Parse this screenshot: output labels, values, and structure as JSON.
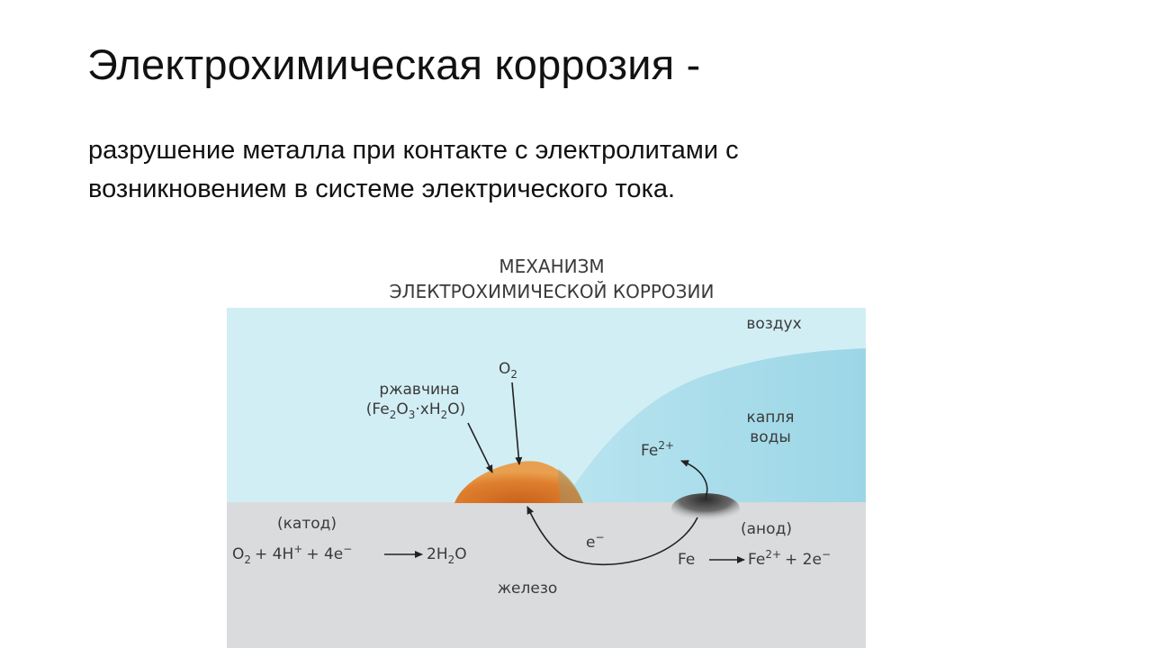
{
  "slide": {
    "title": "Электрохимическая коррозия -",
    "body_lines": [
      "разрушение металла при контакте с электролитами с",
      "возникновением в системе электрического тока."
    ]
  },
  "diagram": {
    "heading_line1": "МЕХАНИЗМ",
    "heading_line2": "ЭЛЕКТРОХИМИЧЕСКОЙ КОРРОЗИИ",
    "air_label": "воздух",
    "drop_label_line1": "капля",
    "drop_label_line2": "воды",
    "rust_label": "ржавчина",
    "rust_formula": {
      "parts": [
        "(Fe",
        "2",
        "O",
        "3",
        "·xH",
        "2",
        "O)"
      ]
    },
    "oxygen": {
      "base": "O",
      "sub": "2"
    },
    "fe_ion": {
      "base": "Fe",
      "sup": "2+"
    },
    "electron": {
      "base": "e",
      "sup": "−"
    },
    "cathode_label": "(катод)",
    "anode_label": "(анод)",
    "metal_label": "железо",
    "cathode_reaction": {
      "o2": "O",
      "o2_sub": "2",
      "plus1": "+ 4H",
      "h_sup": "+",
      "plus2": "+ 4e",
      "e_sup": "−",
      "product": "2H",
      "product_sub": "2",
      "product_tail": "O"
    },
    "anode_reaction": {
      "reactant": "Fe",
      "product": "Fe",
      "product_sup": "2+",
      "plus": "+ 2e",
      "e_sup": "−"
    },
    "colors": {
      "air": "#d2eef5",
      "water_drop": "#a8ddea",
      "iron": "#dadbdd",
      "rust": "#d9772a",
      "anode_pit": "#555555",
      "arrow": "#222222"
    }
  }
}
